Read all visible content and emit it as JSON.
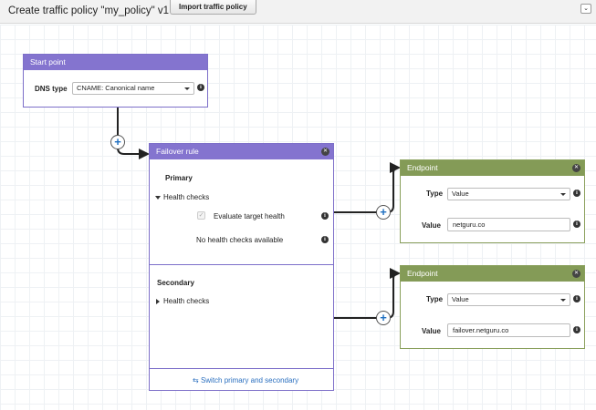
{
  "header": {
    "title": "Create traffic policy \"my_policy\" v1",
    "import_label": "Import traffic policy",
    "collapse_label": "⌄"
  },
  "start_point": {
    "title": "Start point",
    "dns_type_label": "DNS type",
    "dns_type_value": "CNAME: Canonical name"
  },
  "failover": {
    "title": "Failover rule",
    "primary_label": "Primary",
    "primary_health_checks": "Health checks",
    "evaluate_label": "Evaluate target health",
    "no_checks": "No health checks available",
    "secondary_label": "Secondary",
    "secondary_health_checks": "Health checks",
    "switch_label": "Switch primary and secondary"
  },
  "endpoint1": {
    "title": "Endpoint",
    "type_label": "Type",
    "type_value": "Value",
    "value_label": "Value",
    "value_value": "netguru.co"
  },
  "endpoint2": {
    "title": "Endpoint",
    "type_label": "Type",
    "type_value": "Value",
    "value_label": "Value",
    "value_value": "failover.netguru.co"
  },
  "icons": {
    "info": "info-icon",
    "close": "close-icon",
    "plus": "plus-icon",
    "swap": "swap-icon"
  },
  "colors": {
    "rule_purple": "#8474cf",
    "endpoint_green": "#849b57",
    "link_blue": "#2a6fbf"
  }
}
